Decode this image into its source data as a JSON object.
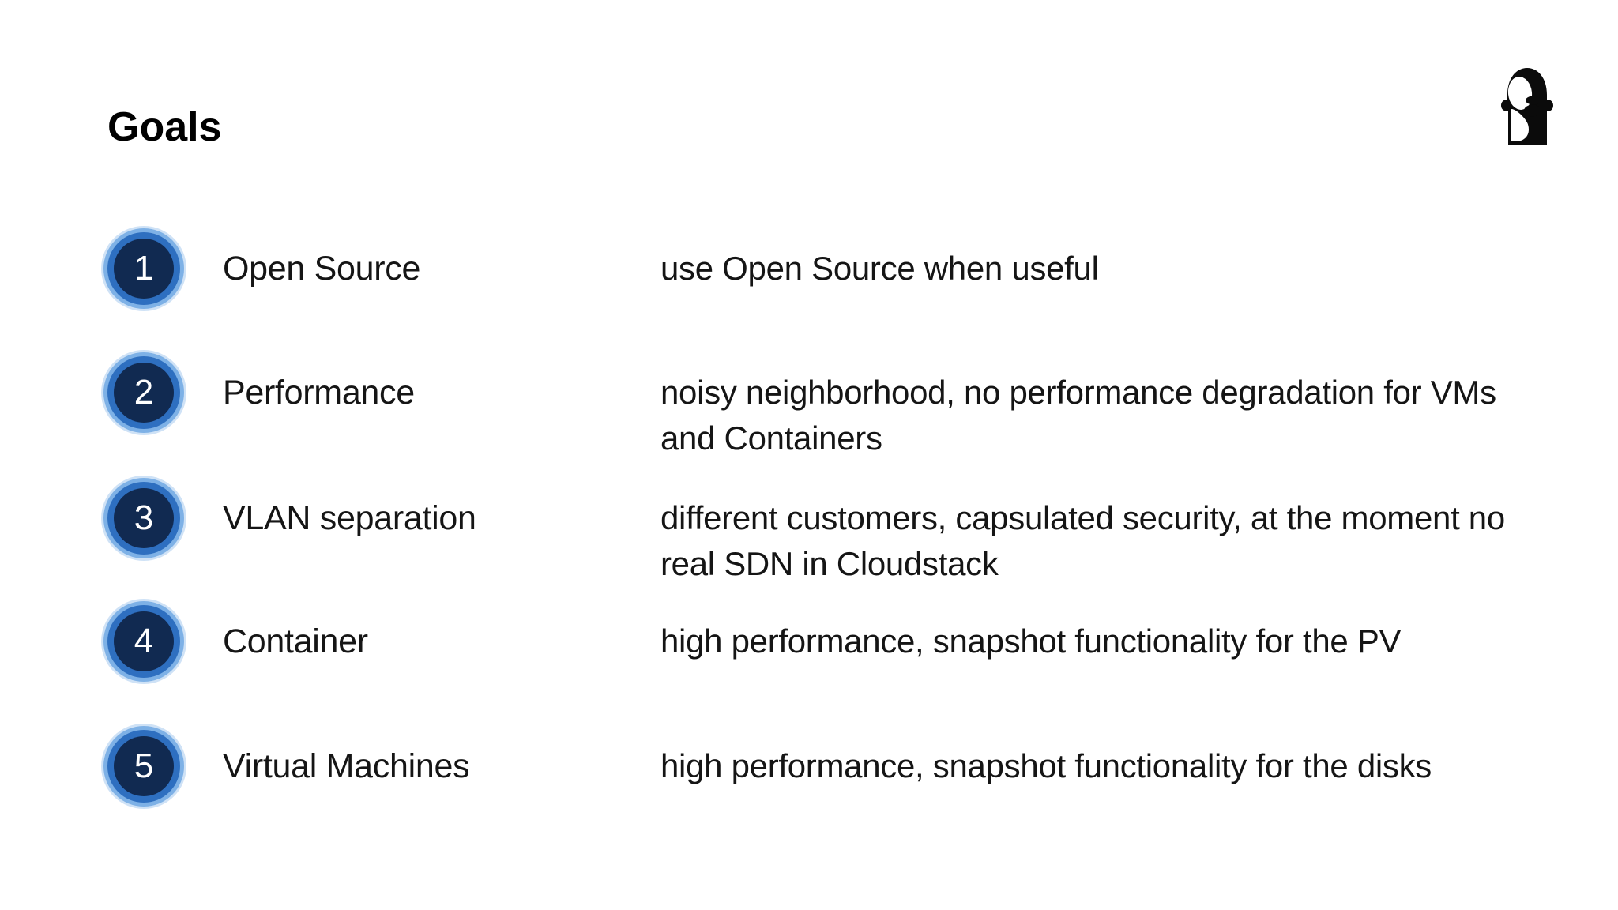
{
  "page": {
    "title": "Goals"
  },
  "logo": {
    "name": "head-silhouette-logo",
    "color": "#0b0b0b"
  },
  "goals": [
    {
      "number": "1",
      "term": "Open Source",
      "description": "use Open Source when useful"
    },
    {
      "number": "2",
      "term": "Performance",
      "description": "noisy neighborhood, no performance degradation for VMs and Containers"
    },
    {
      "number": "3",
      "term": "VLAN separation",
      "description": "different customers, capsulated security, at the moment no real SDN in Cloudstack"
    },
    {
      "number": "4",
      "term": "Container",
      "description": "high performance, snapshot functionality for the PV"
    },
    {
      "number": "5",
      "term": "Virtual Machines",
      "description": "high performance, snapshot functionality for the disks"
    }
  ],
  "colors": {
    "background": "#ffffff",
    "text": "#151515",
    "title": "#000000",
    "badge_inner": "#112a51",
    "badge_ring": "#2e6fc0",
    "badge_halo": "#7eb1e6",
    "badge_number": "#ffffff"
  }
}
